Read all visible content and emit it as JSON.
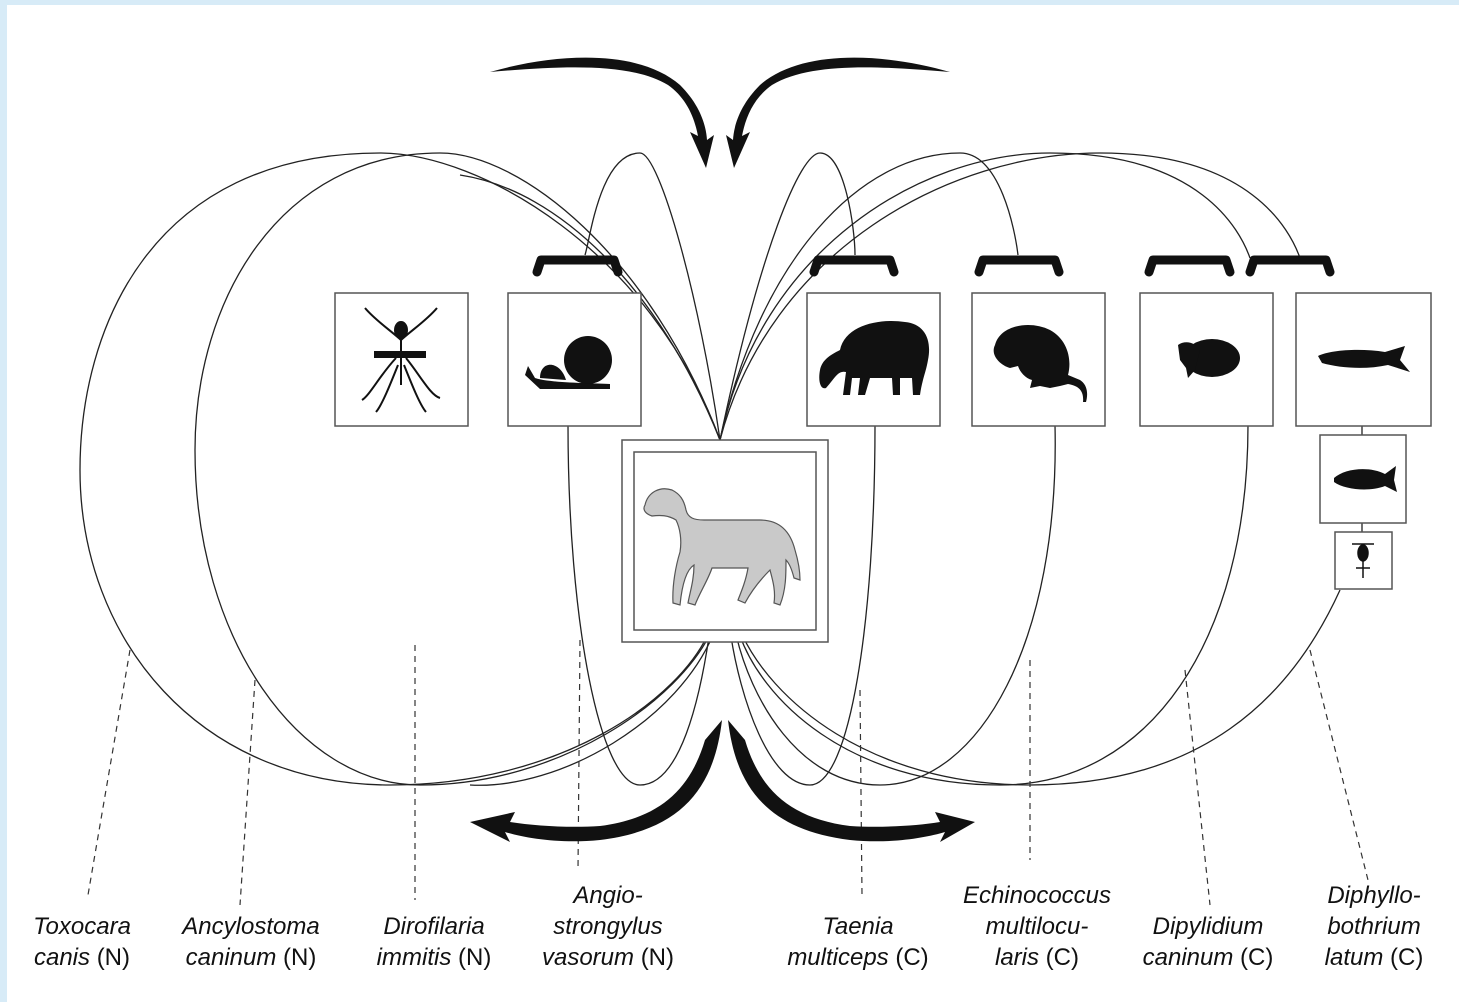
{
  "parasites": [
    {
      "id": "toxocara",
      "line1": "Toxocara",
      "line2_italic": "canis",
      "code": "(N)"
    },
    {
      "id": "ancylostoma",
      "line1": "Ancylostoma",
      "line2_italic": "caninum",
      "code": "(N)"
    },
    {
      "id": "dirofilaria",
      "line1": "Dirofilaria",
      "line2_italic": "immitis",
      "code": "(N)"
    },
    {
      "id": "angiostrongylus",
      "line0": "Angio-",
      "line1": "strongylus",
      "line2_italic": "vasorum",
      "code": "(N)"
    },
    {
      "id": "taenia",
      "line1": "Taenia",
      "line2_italic": "multiceps",
      "code": "(C)"
    },
    {
      "id": "echinococcus",
      "line0": "Echinococcus",
      "line1": "multilocu-",
      "line2_italic": "laris",
      "code": "(C)"
    },
    {
      "id": "dipylidium",
      "line1": "Dipylidium",
      "line2_italic": "caninum",
      "code": "(C)"
    },
    {
      "id": "diphyllobothrium",
      "line0": "Diphyllo-",
      "line1": "bothrium",
      "line2_italic": "latum",
      "code": "(C)"
    }
  ],
  "hosts": {
    "definitive": "dog-icon",
    "intermediate": [
      "mosquito-icon",
      "snail-icon",
      "sheep-icon",
      "vole-icon",
      "flea-icon",
      "pike-icon",
      "small-fish-icon",
      "copepod-icon"
    ]
  },
  "colors": {
    "line": "#222222",
    "dog_fill": "#c9c9c9",
    "frame": "#d7ebf7"
  }
}
